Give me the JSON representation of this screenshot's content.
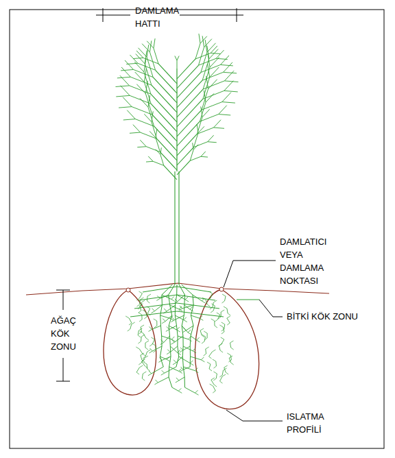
{
  "diagram": {
    "labels": [
      "DAMLAMA HATTI",
      "DAMLATICI VEYA DAMLAMA NOKTASI",
      "BİTKİ KÖK ZONU",
      "AĞAÇ KÖK ZONU",
      "ISLATMA PROFİLİ"
    ]
  }
}
